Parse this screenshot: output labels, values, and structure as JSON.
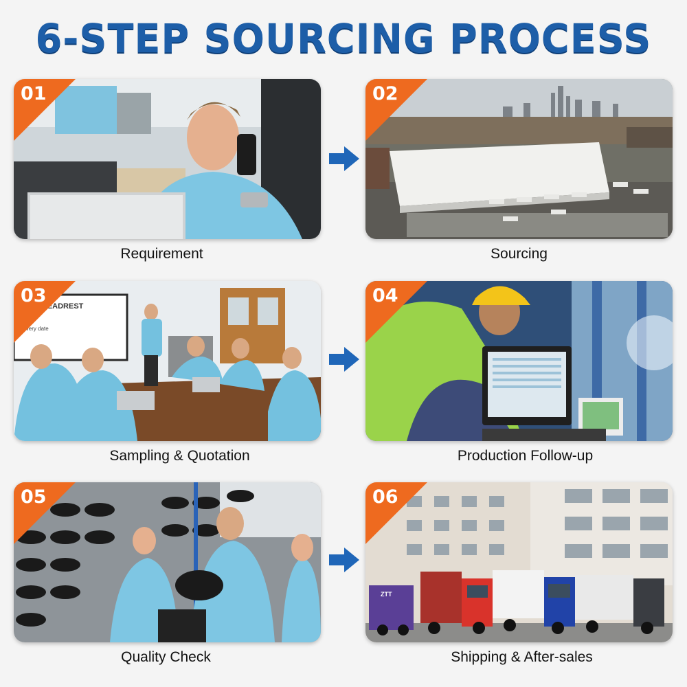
{
  "title": "6-STEP SOURCING PROCESS",
  "accent_color": "#ee6a1f",
  "title_color": "#1d5ea8",
  "steps": [
    {
      "number": "01",
      "label": "Requirement"
    },
    {
      "number": "02",
      "label": "Sourcing"
    },
    {
      "number": "03",
      "label": "Sampling & Quotation"
    },
    {
      "number": "04",
      "label": "Production Follow-up"
    },
    {
      "number": "05",
      "label": "Quality Check"
    },
    {
      "number": "06",
      "label": "Shipping & After-sales"
    }
  ],
  "photo_texts": {
    "screen_heading": "CAR HEADREST",
    "screen_line": "Delivery date",
    "truck_logo": "ZTT"
  }
}
